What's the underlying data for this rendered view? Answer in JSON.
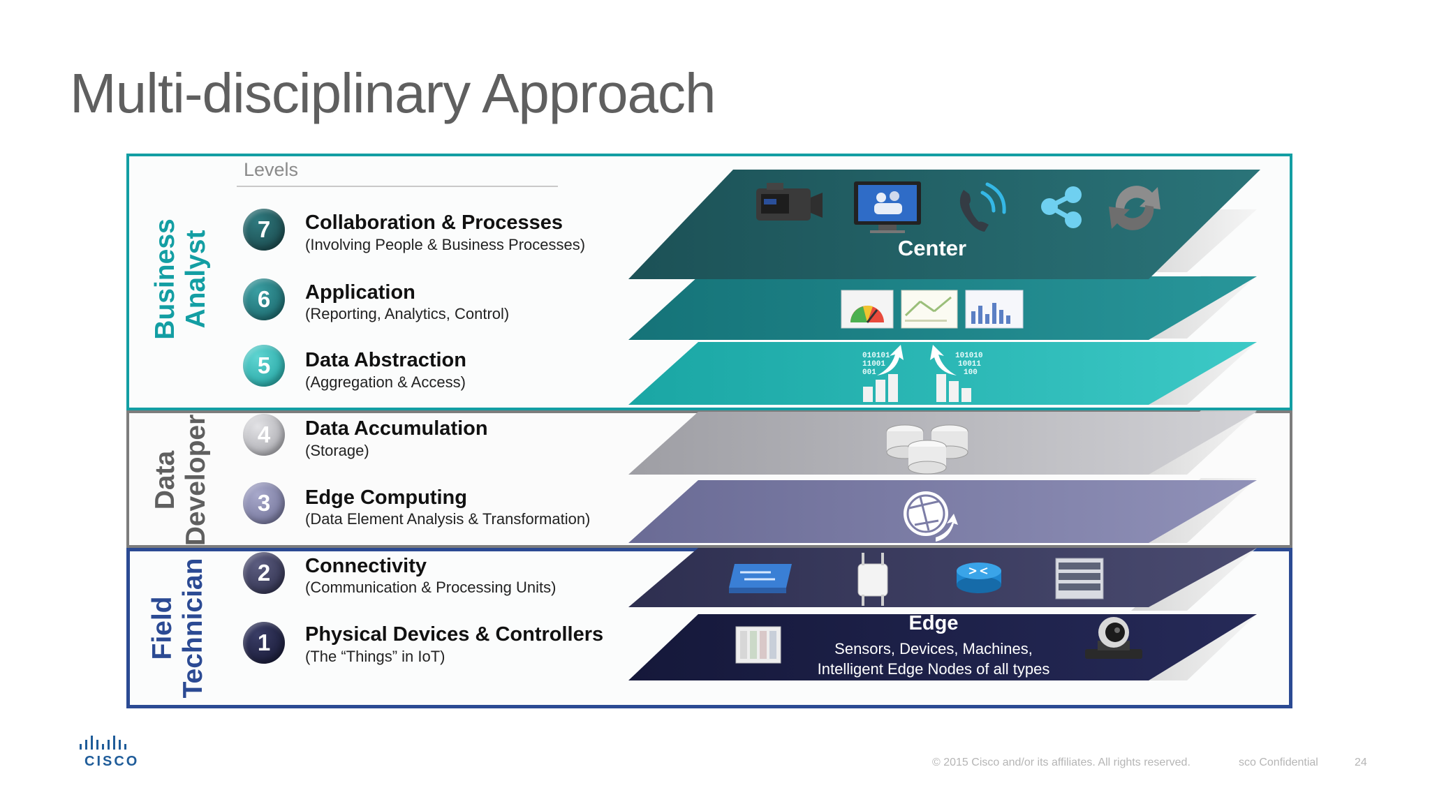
{
  "title": "Multi-disciplinary Approach",
  "levels_label": "Levels",
  "roles": {
    "business": [
      "Business",
      "Analyst"
    ],
    "data": [
      "Data",
      "Developer"
    ],
    "field": [
      "Field",
      "Technician"
    ]
  },
  "levels": [
    {
      "number": "7",
      "name": "Collaboration & Processes",
      "desc": "(Involving People & Business Processes)"
    },
    {
      "number": "6",
      "name": "Application",
      "desc": "(Reporting, Analytics, Control)"
    },
    {
      "number": "5",
      "name": "Data Abstraction",
      "desc": "(Aggregation & Access)"
    },
    {
      "number": "4",
      "name": "Data Accumulation",
      "desc": "(Storage)"
    },
    {
      "number": "3",
      "name": "Edge Computing",
      "desc": "(Data Element Analysis & Transformation)"
    },
    {
      "number": "2",
      "name": "Connectivity",
      "desc": "(Communication & Processing Units)"
    },
    {
      "number": "1",
      "name": "Physical Devices & Controllers",
      "desc": "(The “Things” in IoT)"
    }
  ],
  "stack": {
    "center_label": "Center",
    "edge_label": "Edge",
    "edge_desc_1": "Sensors, Devices, Machines,",
    "edge_desc_2": "Intelligent Edge Nodes of all types",
    "binary_left": [
      "010101",
      "11001",
      "001"
    ],
    "binary_right": [
      "101010",
      "10011",
      "100"
    ]
  },
  "colors": {
    "business": "#139ea3",
    "data": "#7d7d7d",
    "field": "#2b4a93",
    "level7": "#1f5a5e",
    "level6": "#1d7e83",
    "level5": "#25b5b3",
    "level4": "#b9b9bd",
    "level3": "#7d7ea8",
    "level2": "#3b3c5e",
    "level1": "#1c1f45"
  },
  "footer": {
    "logo": "CISCO",
    "copyright": "© 2015  Cisco and/or its affiliates. All rights reserved.",
    "confidential": "sco Confidential",
    "page": "24"
  }
}
